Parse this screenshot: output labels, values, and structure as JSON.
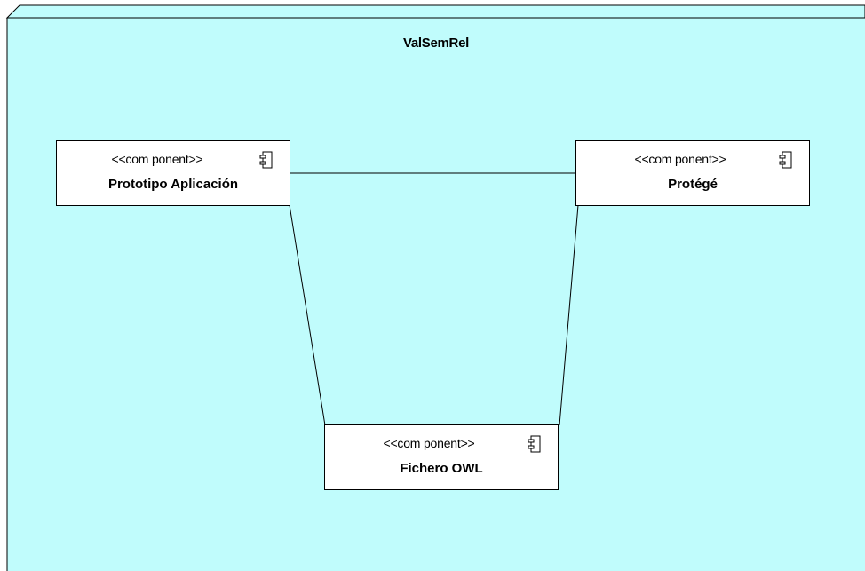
{
  "diagram": {
    "node": {
      "name": "ValSemRel",
      "fill": "#c0fcfc"
    },
    "components": [
      {
        "id": "prototipo",
        "stereotype": "<<com ponent>>",
        "name": "Prototipo Aplicación"
      },
      {
        "id": "protege",
        "stereotype": "<<com ponent>>",
        "name": "Protégé"
      },
      {
        "id": "fichero",
        "stereotype": "<<com ponent>>",
        "name": "Fichero OWL"
      }
    ],
    "connections": [
      {
        "from": "prototipo",
        "to": "protege"
      },
      {
        "from": "prototipo",
        "to": "fichero"
      },
      {
        "from": "protege",
        "to": "fichero"
      }
    ]
  }
}
